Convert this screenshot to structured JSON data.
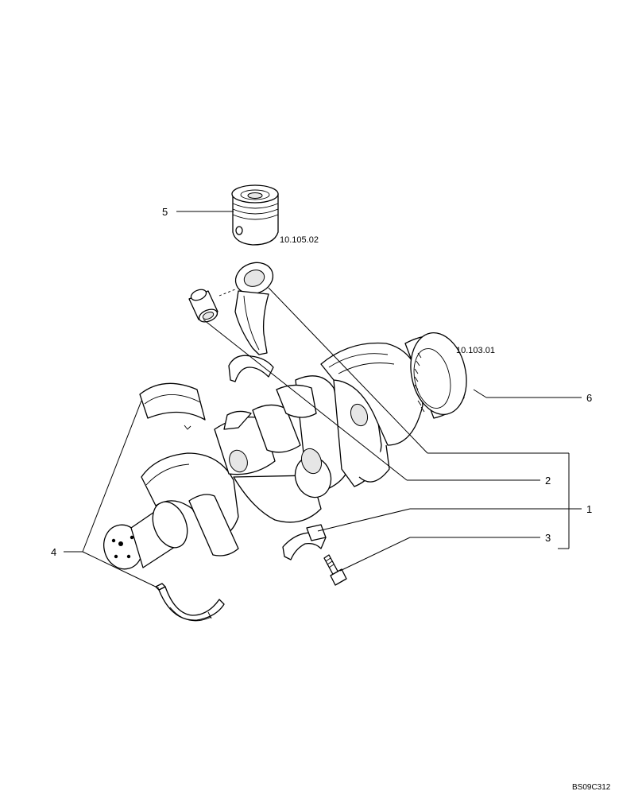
{
  "callouts": {
    "c1": "1",
    "c2": "2",
    "c3": "3",
    "c4": "4",
    "c5": "5",
    "c6": "6"
  },
  "references": {
    "piston_ref": "10.105.02",
    "flywheel_ref": "10.103.01"
  },
  "drawing_code": "BS09C312"
}
